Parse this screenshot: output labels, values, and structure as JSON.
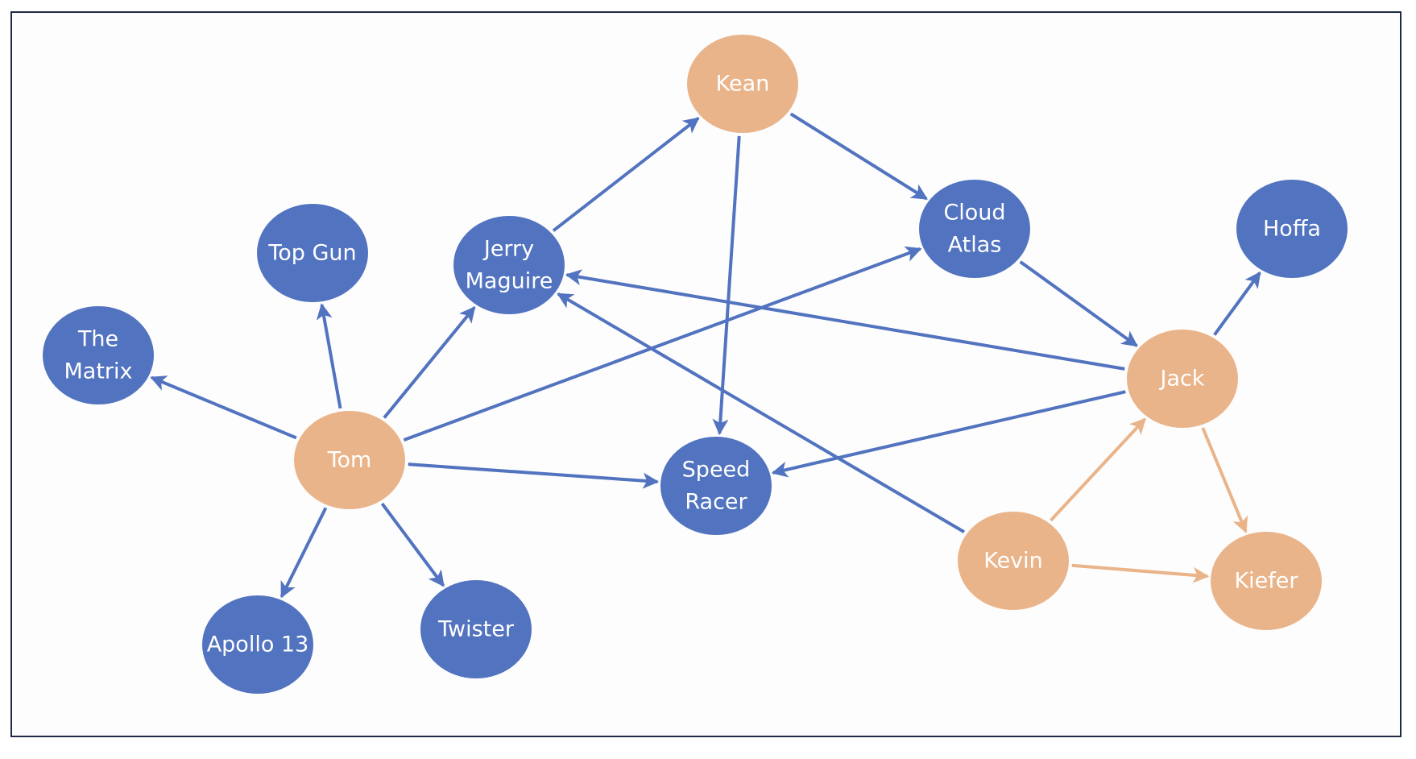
{
  "diagram": {
    "type": "directed-graph",
    "colors": {
      "movie": "#5273BF",
      "person": "#EAB48A"
    },
    "nodes": [
      {
        "id": "kean",
        "label": [
          "Kean"
        ],
        "kind": "person"
      },
      {
        "id": "cloud_atlas",
        "label": [
          "Cloud",
          "Atlas"
        ],
        "kind": "movie"
      },
      {
        "id": "hoffa",
        "label": [
          "Hoffa"
        ],
        "kind": "movie"
      },
      {
        "id": "top_gun",
        "label": [
          "Top Gun"
        ],
        "kind": "movie"
      },
      {
        "id": "jerry_maguire",
        "label": [
          "Jerry",
          "Maguire"
        ],
        "kind": "movie"
      },
      {
        "id": "the_matrix",
        "label": [
          "The",
          "Matrix"
        ],
        "kind": "movie"
      },
      {
        "id": "jack",
        "label": [
          "Jack"
        ],
        "kind": "person"
      },
      {
        "id": "tom",
        "label": [
          "Tom"
        ],
        "kind": "person"
      },
      {
        "id": "speed_racer",
        "label": [
          "Speed",
          "Racer"
        ],
        "kind": "movie"
      },
      {
        "id": "kevin",
        "label": [
          "Kevin"
        ],
        "kind": "person"
      },
      {
        "id": "kiefer",
        "label": [
          "Kiefer"
        ],
        "kind": "person"
      },
      {
        "id": "apollo_13",
        "label": [
          "Apollo 13"
        ],
        "kind": "movie"
      },
      {
        "id": "twister",
        "label": [
          "Twister"
        ],
        "kind": "movie"
      }
    ],
    "edges": [
      {
        "from": "tom",
        "to": "the_matrix",
        "kind": "movie"
      },
      {
        "from": "tom",
        "to": "top_gun",
        "kind": "movie"
      },
      {
        "from": "tom",
        "to": "jerry_maguire",
        "kind": "movie"
      },
      {
        "from": "tom",
        "to": "cloud_atlas",
        "kind": "movie"
      },
      {
        "from": "tom",
        "to": "speed_racer",
        "kind": "movie"
      },
      {
        "from": "tom",
        "to": "apollo_13",
        "kind": "movie"
      },
      {
        "from": "tom",
        "to": "twister",
        "kind": "movie"
      },
      {
        "from": "jerry_maguire",
        "to": "kean",
        "kind": "movie"
      },
      {
        "from": "kean",
        "to": "cloud_atlas",
        "kind": "movie"
      },
      {
        "from": "kean",
        "to": "speed_racer",
        "kind": "movie"
      },
      {
        "from": "cloud_atlas",
        "to": "jack",
        "kind": "movie"
      },
      {
        "from": "jack",
        "to": "jerry_maguire",
        "kind": "movie"
      },
      {
        "from": "jack",
        "to": "speed_racer",
        "kind": "movie"
      },
      {
        "from": "jack",
        "to": "hoffa",
        "kind": "movie"
      },
      {
        "from": "kevin",
        "to": "jerry_maguire",
        "kind": "movie"
      },
      {
        "from": "jack",
        "to": "kiefer",
        "kind": "person"
      },
      {
        "from": "kevin",
        "to": "jack",
        "kind": "person"
      },
      {
        "from": "kevin",
        "to": "kiefer",
        "kind": "person"
      }
    ]
  }
}
